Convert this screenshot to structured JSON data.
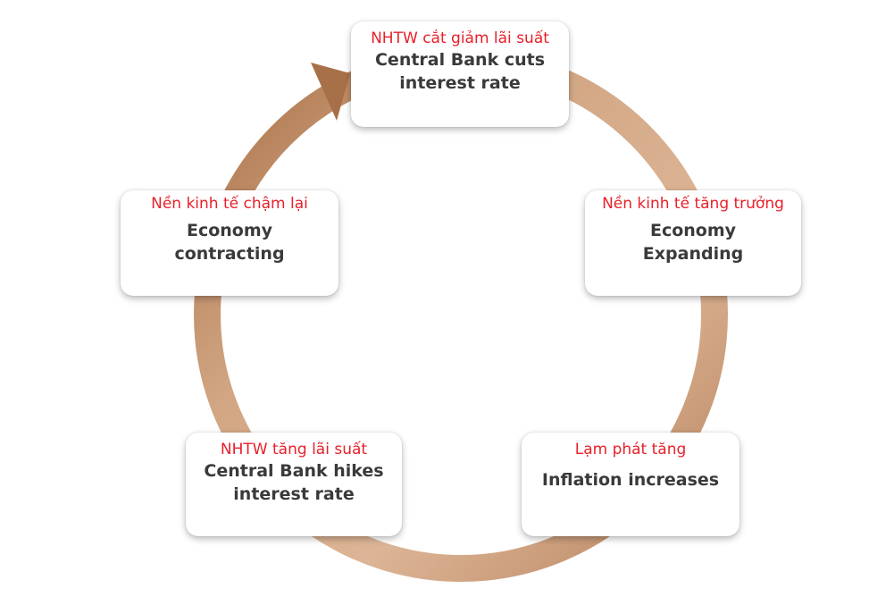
{
  "colors": {
    "arrow_light": "#dcb596",
    "arrow_dark": "#a87048",
    "vietnamese_text": "#e8202a",
    "english_text": "#3a3a3a"
  },
  "stages": {
    "cuts": {
      "vi": "NHTW cắt giảm lãi suất",
      "en_line1": "Central Bank cuts",
      "en_line2": "interest rate"
    },
    "expanding": {
      "vi": "Nền kinh tế tăng trưởng",
      "en_line1": "Economy",
      "en_line2": "Expanding"
    },
    "inflation": {
      "vi": "Lạm phát tăng",
      "en_line1": "Inflation increases"
    },
    "hikes": {
      "vi": "NHTW tăng lãi suất",
      "en_line1": "Central Bank hikes",
      "en_line2": "interest rate"
    },
    "contracting": {
      "vi": "Nền kinh tế chậm lại",
      "en_line1": "Economy",
      "en_line2": "contracting"
    }
  }
}
